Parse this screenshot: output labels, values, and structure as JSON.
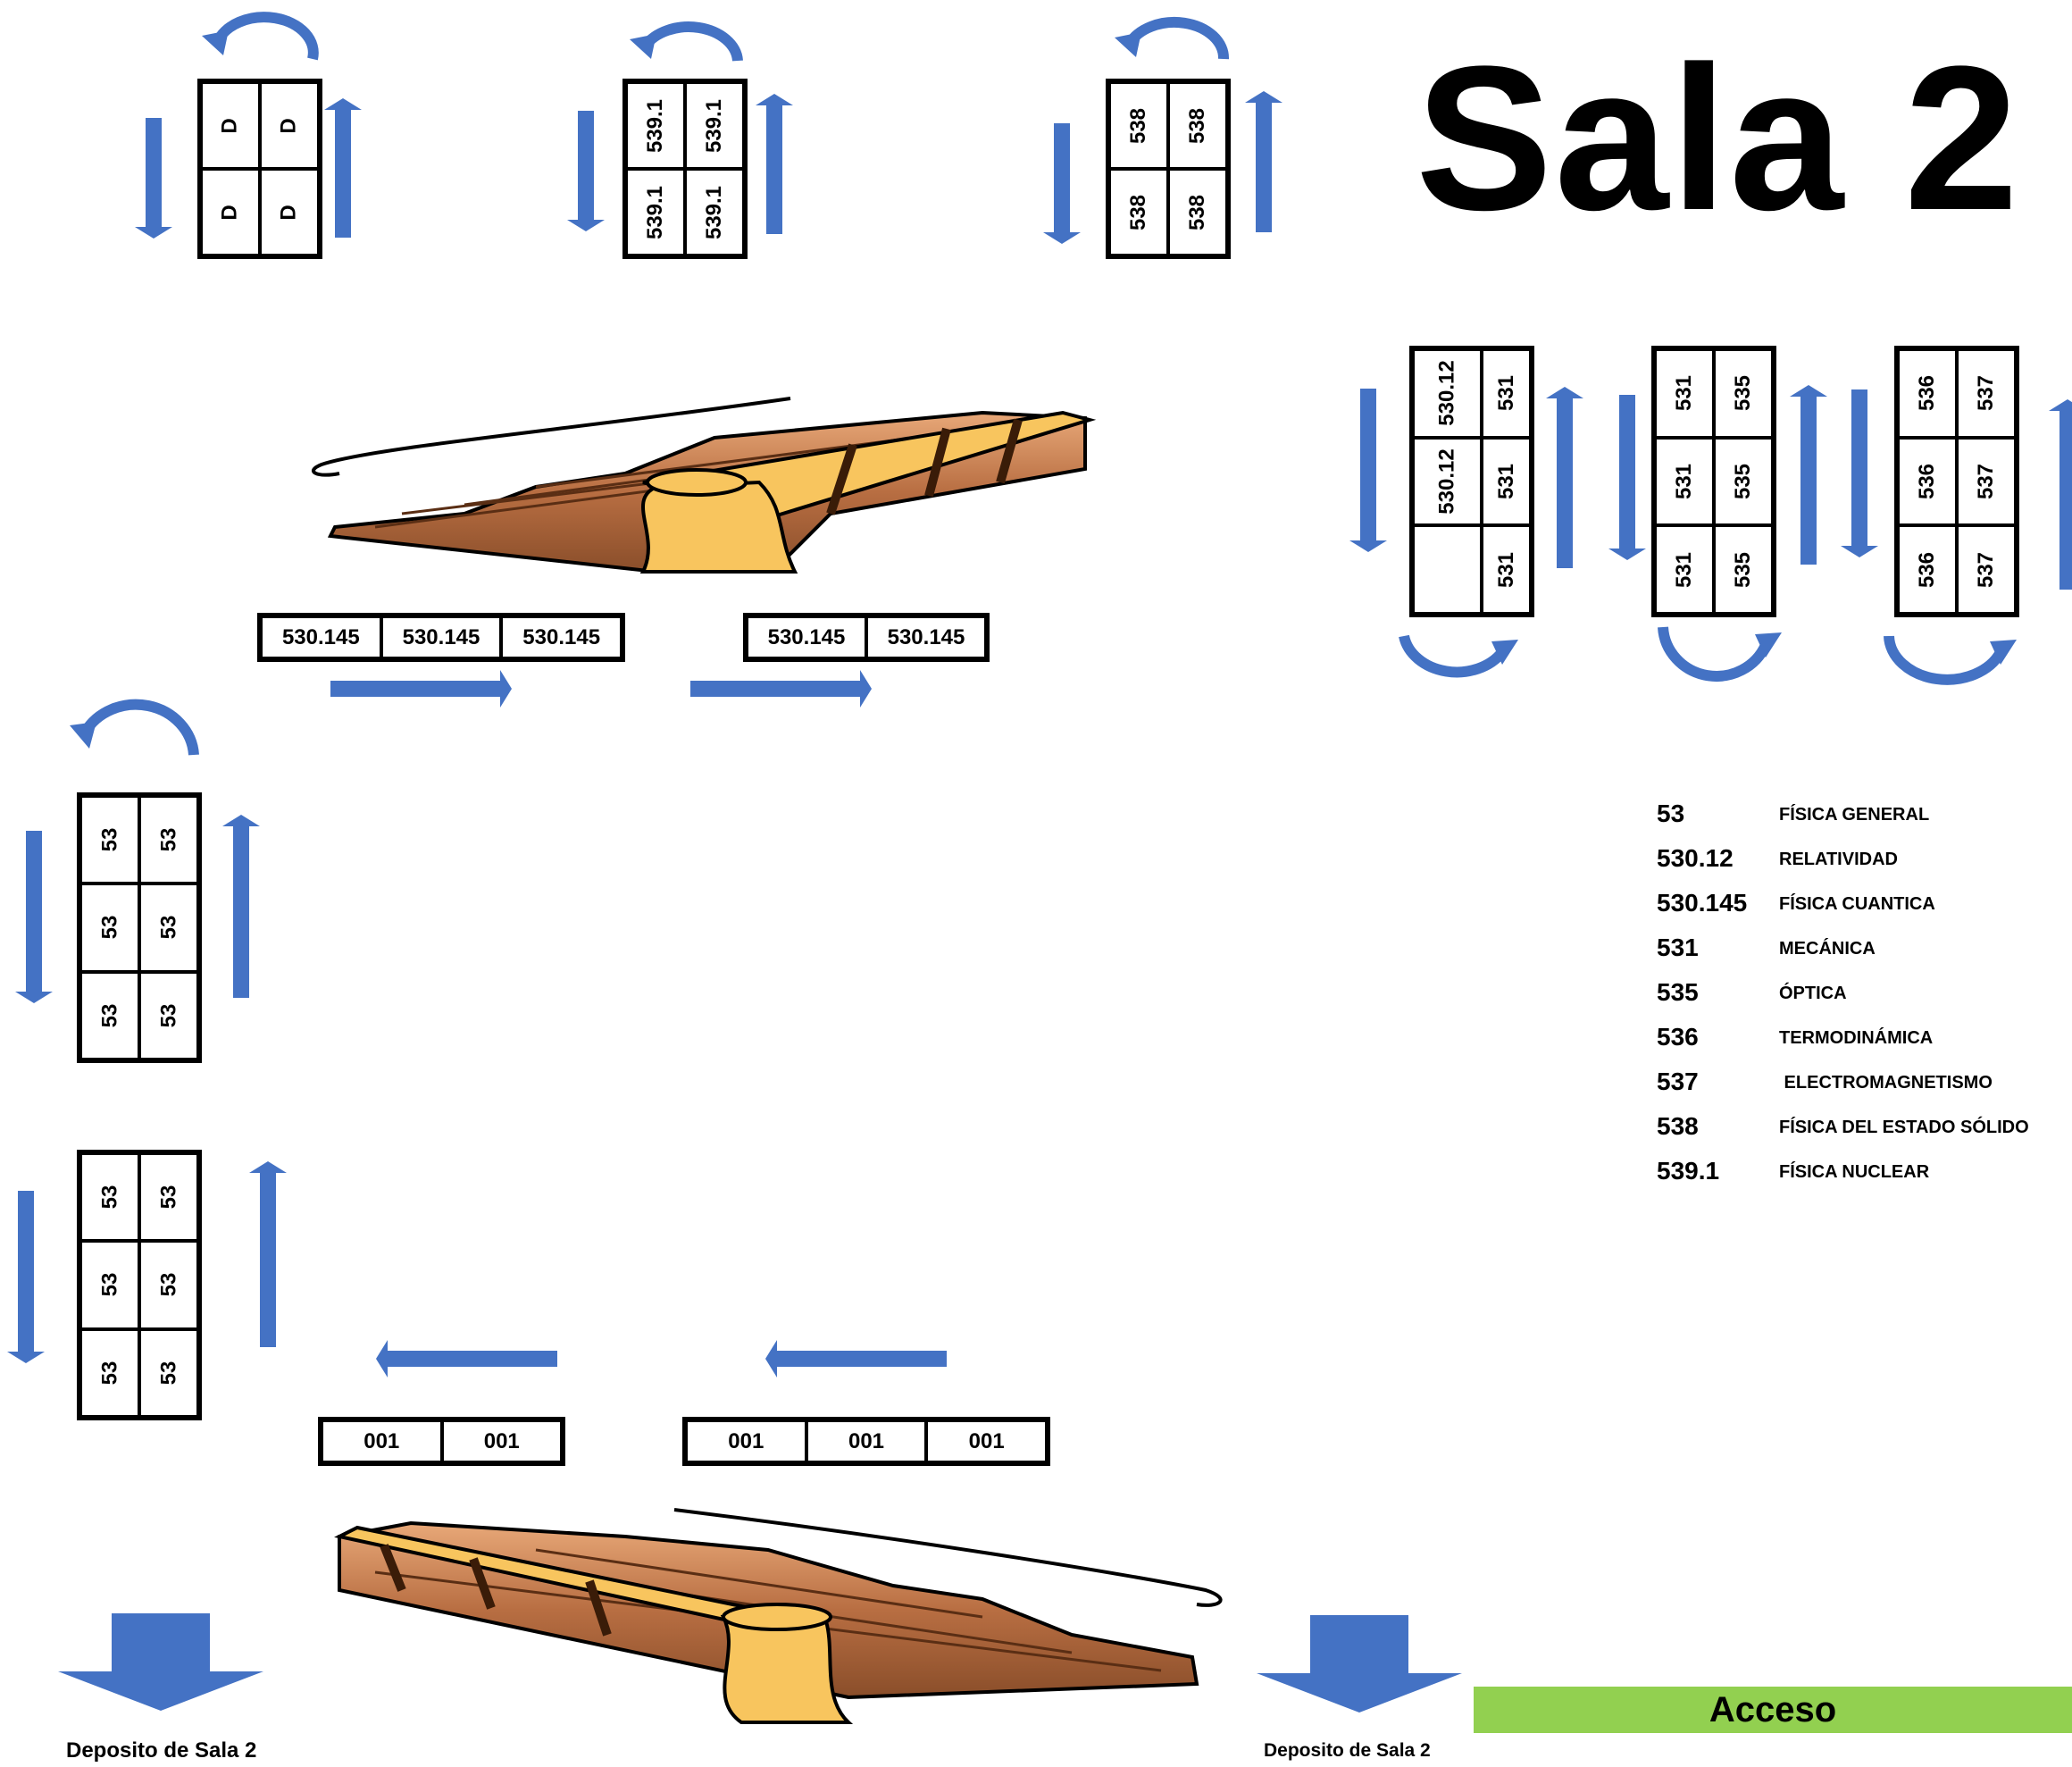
{
  "title": "Sala 2",
  "colors": {
    "arrow": "#4472c4",
    "access_bg": "#92d050",
    "stair_wood": "#c8855a",
    "stair_rail": "#f8c55e"
  },
  "shelves": {
    "top_d": [
      [
        "D",
        "D"
      ],
      [
        "D",
        "D"
      ]
    ],
    "top_5391": [
      [
        "539.1",
        "539.1"
      ],
      [
        "539.1",
        "539.1"
      ]
    ],
    "top_538": [
      [
        "538",
        "538"
      ],
      [
        "538",
        "538"
      ]
    ],
    "right_531": [
      [
        "530.12",
        "531"
      ],
      [
        "530.12",
        "531"
      ],
      [
        "",
        "531"
      ]
    ],
    "right_535": [
      [
        "531",
        "535"
      ],
      [
        "531",
        "535"
      ],
      [
        "531",
        "535"
      ]
    ],
    "right_537": [
      [
        "536",
        "537"
      ],
      [
        "536",
        "537"
      ],
      [
        "536",
        "537"
      ]
    ],
    "left_53_a": [
      [
        "53",
        "53"
      ],
      [
        "53",
        "53"
      ],
      [
        "53",
        "53"
      ]
    ],
    "left_53_b": [
      [
        "53",
        "53"
      ],
      [
        "53",
        "53"
      ],
      [
        "53",
        "53"
      ]
    ],
    "mid_530145_a": [
      "530.145",
      "530.145",
      "530.145"
    ],
    "mid_530145_b": [
      "530.145",
      "530.145"
    ],
    "bot_001_a": [
      "001",
      "001"
    ],
    "bot_001_b": [
      "001",
      "001",
      "001"
    ]
  },
  "legend": [
    {
      "code": "53",
      "name": "FÍSICA GENERAL"
    },
    {
      "code": "530.12",
      "name": "RELATIVIDAD"
    },
    {
      "code": "530.145",
      "name": "FÍSICA CUANTICA"
    },
    {
      "code": "531",
      "name": "MECÁNICA"
    },
    {
      "code": "535",
      "name": "ÓPTICA"
    },
    {
      "code": "536",
      "name": "TERMODINÁMICA"
    },
    {
      "code": "537",
      "name": " ELECTROMAGNETISMO"
    },
    {
      "code": "538",
      "name": "FÍSICA DEL ESTADO SÓLIDO"
    },
    {
      "code": "539.1",
      "name": "FÍSICA NUCLEAR"
    }
  ],
  "access_label": "Acceso",
  "deposit_left": "Deposito de Sala 2",
  "deposit_right": "Deposito de Sala 2"
}
